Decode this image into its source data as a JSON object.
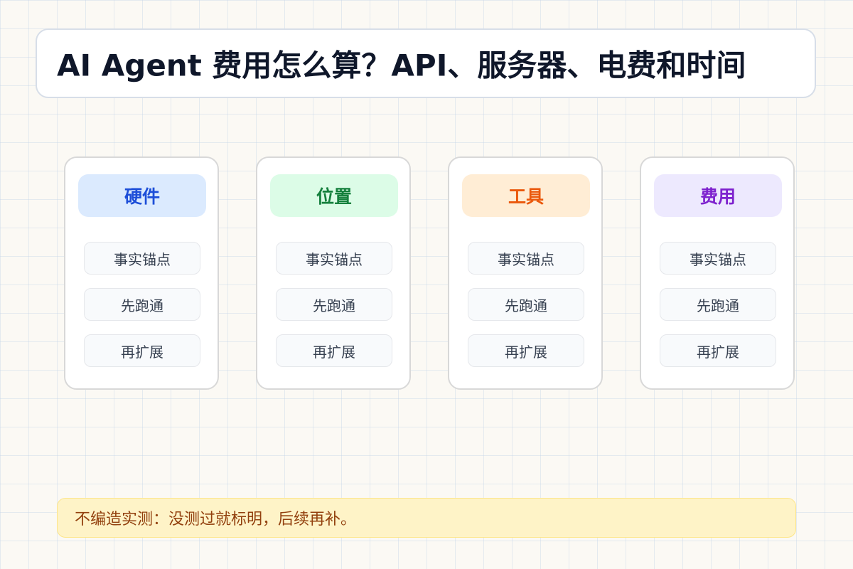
{
  "title": "AI Agent 费用怎么算？API、服务器、电费和时间",
  "cards": [
    {
      "header": "硬件",
      "items": [
        "事实锚点",
        "先跑通",
        "再扩展"
      ]
    },
    {
      "header": "位置",
      "items": [
        "事实锚点",
        "先跑通",
        "再扩展"
      ]
    },
    {
      "header": "工具",
      "items": [
        "事实锚点",
        "先跑通",
        "再扩展"
      ]
    },
    {
      "header": "费用",
      "items": [
        "事实锚点",
        "先跑通",
        "再扩展"
      ]
    }
  ],
  "note": "不编造实测：没测过就标明，后续再补。",
  "colors": {
    "hardware": "#1d4ed8",
    "location": "#15803d",
    "tools": "#ea580c",
    "cost": "#7e22ce",
    "note_text": "#92400e",
    "note_background": "#fef3c7"
  }
}
